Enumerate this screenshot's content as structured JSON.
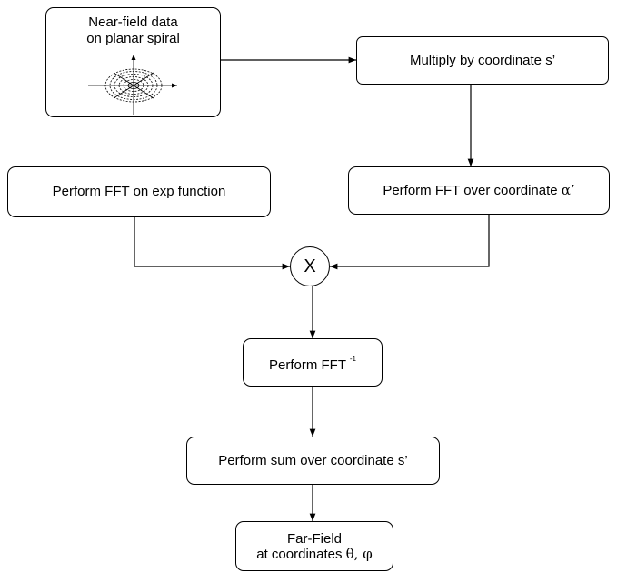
{
  "nodes": {
    "near_field": {
      "line1": "Near-field data",
      "line2": "on planar spiral"
    },
    "multiply": {
      "label": "Multiply by coordinate s’"
    },
    "fft_exp": {
      "label": "Perform FFT on exp function"
    },
    "fft_alpha": {
      "label": "Perform FFT over coordinate ",
      "symbol": "α’"
    },
    "multiply_node": {
      "label": "X"
    },
    "fft_inverse": {
      "label": "Perform FFT ",
      "superscript": "-1"
    },
    "sum": {
      "label": "Perform sum over coordinate s’"
    },
    "far_field": {
      "line1": "Far-Field",
      "line2": "at coordinates ",
      "symbols": "θ, φ"
    }
  },
  "edges": [
    {
      "from": "near_field",
      "to": "multiply"
    },
    {
      "from": "multiply",
      "to": "fft_alpha"
    },
    {
      "from": "fft_exp",
      "to": "multiply_node"
    },
    {
      "from": "fft_alpha",
      "to": "multiply_node"
    },
    {
      "from": "multiply_node",
      "to": "fft_inverse"
    },
    {
      "from": "fft_inverse",
      "to": "sum"
    },
    {
      "from": "sum",
      "to": "far_field"
    }
  ]
}
